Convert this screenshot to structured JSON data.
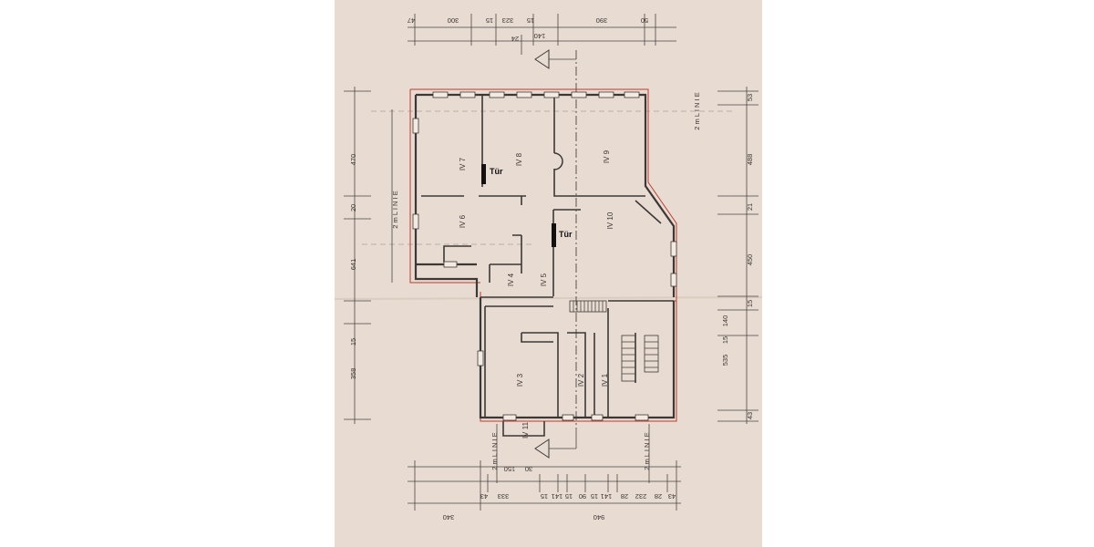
{
  "colors": {
    "paper": "#e8dcd2",
    "background": "#ffffff",
    "ink": "#3c3837",
    "red_line": "#c0392b"
  },
  "rooms": {
    "iv7": "IV 7",
    "iv8": "IV 8",
    "iv9": "IV 9",
    "iv6": "IV 6",
    "iv10": "IV 10",
    "iv4": "IV 4",
    "iv5": "IV 5",
    "iv3": "IV 3",
    "iv2": "IV 2",
    "iv1": "IV 1",
    "iv11": "IV 11"
  },
  "doors": {
    "door1": "Tür",
    "door2": "Tür"
  },
  "line_labels": {
    "left": "2 m  L I N I E",
    "right": "2 m  L I N I E",
    "bottom_left": "2 m  L I N I E",
    "bottom_right": "2 m  L I N I E"
  },
  "dims_top": [
    "47",
    "300",
    "15",
    "323",
    "15",
    "390",
    "50"
  ],
  "dims_top_small": [
    "24",
    "140"
  ],
  "dims_right": [
    "53",
    "488",
    "21",
    "450",
    "15",
    "140",
    "15",
    "535",
    "43"
  ],
  "dims_left": [
    "470",
    "20",
    "641",
    "15",
    "358"
  ],
  "dims_bottom_row1": [
    "43",
    "333",
    "15",
    "141",
    "15",
    "90",
    "15",
    "141",
    "28",
    "232",
    "28",
    "43"
  ],
  "dims_bottom_row2": [
    "150",
    "30"
  ],
  "dims_bottom_total": [
    "340",
    "940"
  ]
}
